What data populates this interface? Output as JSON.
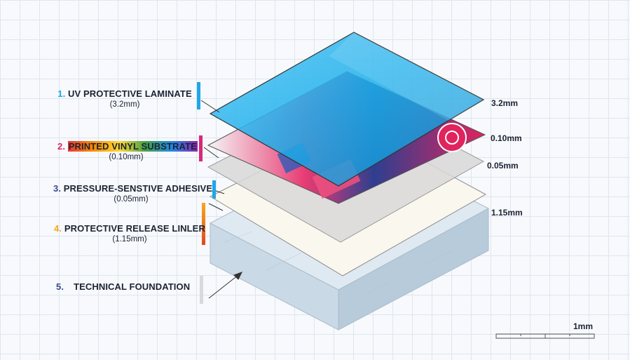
{
  "layers": [
    {
      "number": "1.",
      "title": "UV PROTECTIVE LAMINATE",
      "thickness_label": "(3.2mm)",
      "number_color": "#1ea7e8",
      "bar_color": "#1ea7e8",
      "measure": "3.2mm"
    },
    {
      "number": "2.",
      "title": "PRINTED VINYL SUBSTRATE",
      "thickness_label": "(0.10mm)",
      "number_color": "#e0245e",
      "bar_color": "#d6297a",
      "measure": "0.10mm"
    },
    {
      "number": "3.",
      "title": "PRESSURE-SENSTIVE ADHESIVE",
      "thickness_label": "(0.05mm)",
      "number_color": "#3b4a8c",
      "bar_color": "#1ea7e8",
      "measure": "0.05mm"
    },
    {
      "number": "4.",
      "title": "PROTECTIVE RELEASE LINLER",
      "thickness_label": "(1.15mm)",
      "number_color": "#f2a91c",
      "bar_color": "#f07a1a",
      "measure": "1.15mm"
    },
    {
      "number": "5.",
      "title": "TECHNICAL FOUNDATION",
      "number_color": "#3b4a8c",
      "bar_color": "#d9d9d9"
    }
  ],
  "scale_bar": {
    "label": "1mm"
  },
  "colors": {
    "laminate": "#1fb0ec",
    "adhesive": "#d8d8d8",
    "liner": "#faf7ee",
    "foundation_top": "#dfe9f1",
    "foundation_side": "#b7cbda",
    "foundation_front": "#c9d9e6"
  }
}
